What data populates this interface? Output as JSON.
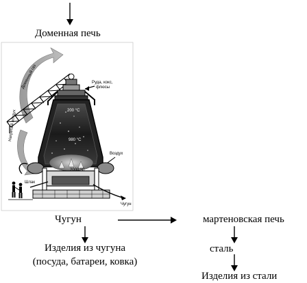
{
  "flow": {
    "blast_furnace": "Доменная печь",
    "pig_iron": "Чугун",
    "open_hearth": "мартеновская печь",
    "iron_products_line1": "Изделия из чугуна",
    "iron_products_line2": "(посуда, батареи, ковка)",
    "steel": "сталь",
    "steel_products": "Изделия из стали"
  },
  "illustration": {
    "blast_gas": "Доменный газ",
    "ore_label_line1": "Руда, кокс,",
    "ore_label_line2": "флюсы",
    "heated_air": "Нагретый воздух",
    "temp_top": "200 °C",
    "temp_mid": "980 °C",
    "temp_bottom": "2000 °C",
    "air": "Воздух",
    "slag": "Шлак",
    "pig_iron_out": "Чугун"
  }
}
